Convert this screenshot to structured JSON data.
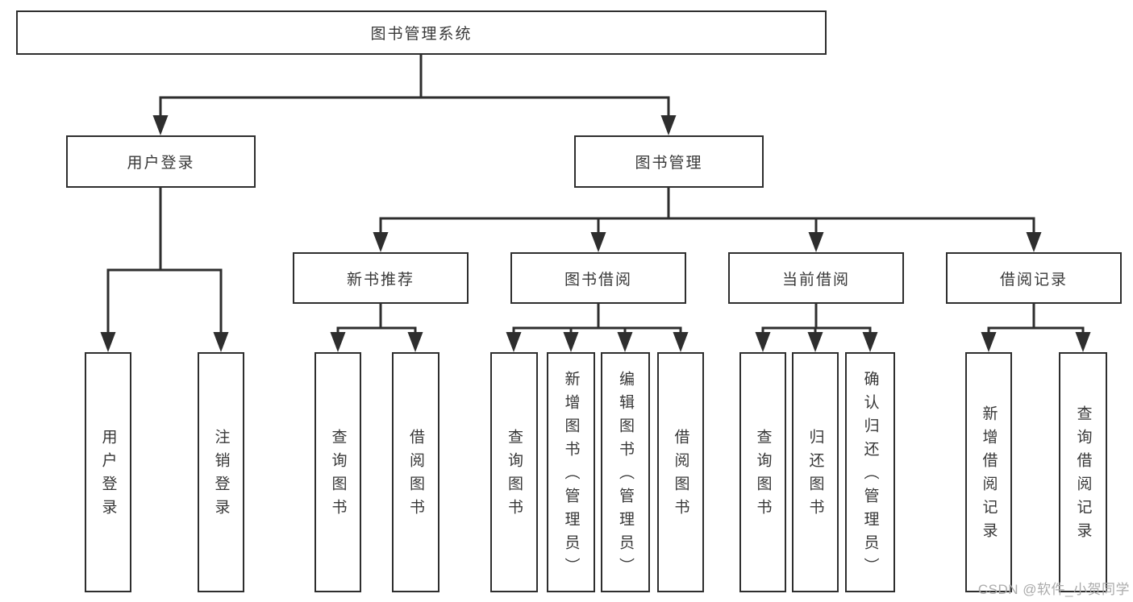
{
  "diagram_type": "functional-structure-tree",
  "colors": {
    "line": "#2e2e2e",
    "text": "#383838",
    "background": "#ffffff",
    "watermark": "#ababab"
  },
  "watermark": "CSDN @软件_小贺同学",
  "nodes": {
    "root": {
      "label": "图书管理系统"
    },
    "user_login": {
      "label": "用户登录"
    },
    "book_mgmt": {
      "label": "图书管理"
    },
    "new_book_rec": {
      "label": "新书推荐"
    },
    "book_borrow": {
      "label": "图书借阅"
    },
    "current_borrow": {
      "label": "当前借阅"
    },
    "borrow_record": {
      "label": "借阅记录"
    },
    "leaf_user_login": {
      "label": "用户登录"
    },
    "leaf_logout": {
      "label": "注销登录"
    },
    "leaf_rec_query": {
      "label": "查询图书"
    },
    "leaf_rec_borrow": {
      "label": "借阅图书"
    },
    "leaf_bb_query": {
      "label": "查询图书"
    },
    "leaf_bb_add": {
      "label": "新增图书（管理员）"
    },
    "leaf_bb_edit": {
      "label": "编辑图书（管理员）"
    },
    "leaf_bb_borrow": {
      "label": "借阅图书"
    },
    "leaf_cb_query": {
      "label": "查询图书"
    },
    "leaf_cb_return": {
      "label": "归还图书"
    },
    "leaf_cb_confirm": {
      "label": "确认归还（管理员）"
    },
    "leaf_br_add": {
      "label": "新增借阅记录"
    },
    "leaf_br_query": {
      "label": "查询借阅记录"
    }
  }
}
